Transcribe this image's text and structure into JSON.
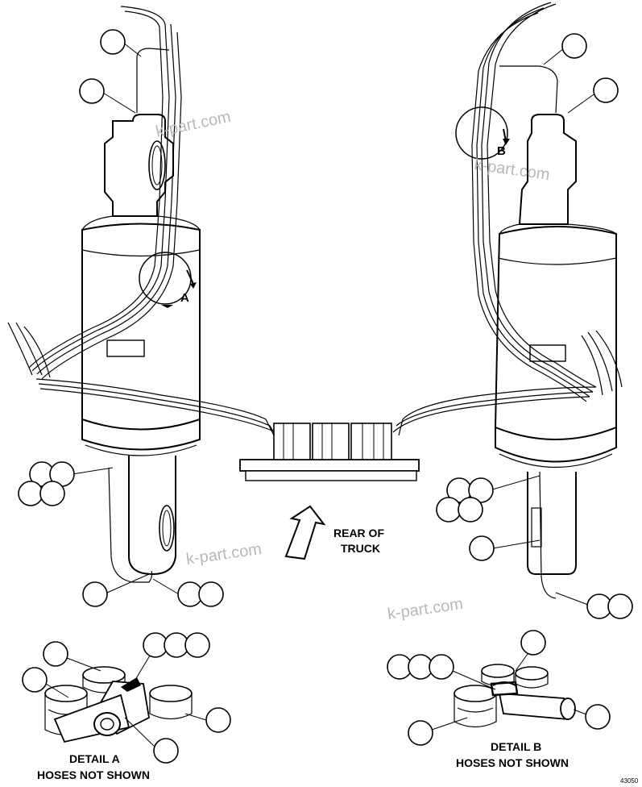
{
  "labels": {
    "detail_a_marker": "A",
    "detail_b_marker": "B",
    "rear_of_truck_line1": "REAR OF",
    "rear_of_truck_line2": "TRUCK",
    "detail_a_title": "DETAIL A",
    "detail_a_subtitle": "HOSES NOT SHOWN",
    "detail_b_title": "DETAIL B",
    "detail_b_subtitle": "HOSES NOT SHOWN",
    "drawing_number": "43050"
  },
  "watermark": {
    "text": "k-part.com"
  },
  "colors": {
    "line": "#000000",
    "background": "#ffffff",
    "watermark": "#b8b8b8"
  }
}
